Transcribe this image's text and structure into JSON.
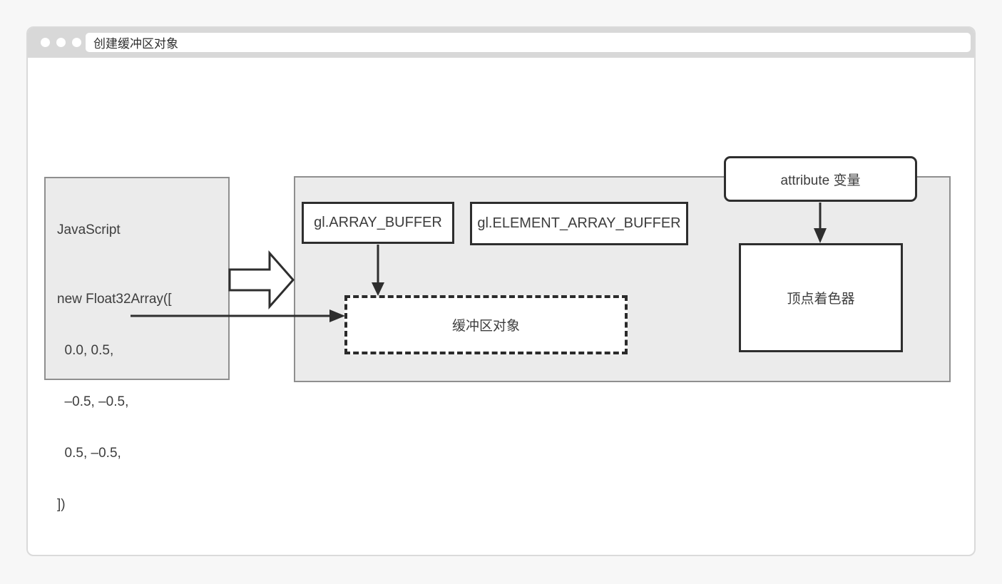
{
  "colors": {
    "page_bg": "#f7f7f7",
    "titlebar_bg": "#d8d8d8",
    "panel_fill": "#ebebeb",
    "panel_border": "#8f8f8f",
    "box_border": "#2e2e2e",
    "text": "#3d3d3d"
  },
  "browser": {
    "title": "创建缓冲区对象"
  },
  "javascript_panel": {
    "label": "JavaScript",
    "code_lines": [
      "new Float32Array([",
      "  0.0, 0.5,",
      "  –0.5, –0.5,",
      "  0.5, –0.5,",
      "])"
    ]
  },
  "buffer_targets": {
    "array_buffer": "gl.ARRAY_BUFFER",
    "element_array_buffer": "gl.ELEMENT_ARRAY_BUFFER"
  },
  "buffer_object": {
    "label": "缓冲区对象"
  },
  "attribute_variable": {
    "label": "attribute 变量"
  },
  "vertex_shader": {
    "label": "顶点着色器"
  }
}
